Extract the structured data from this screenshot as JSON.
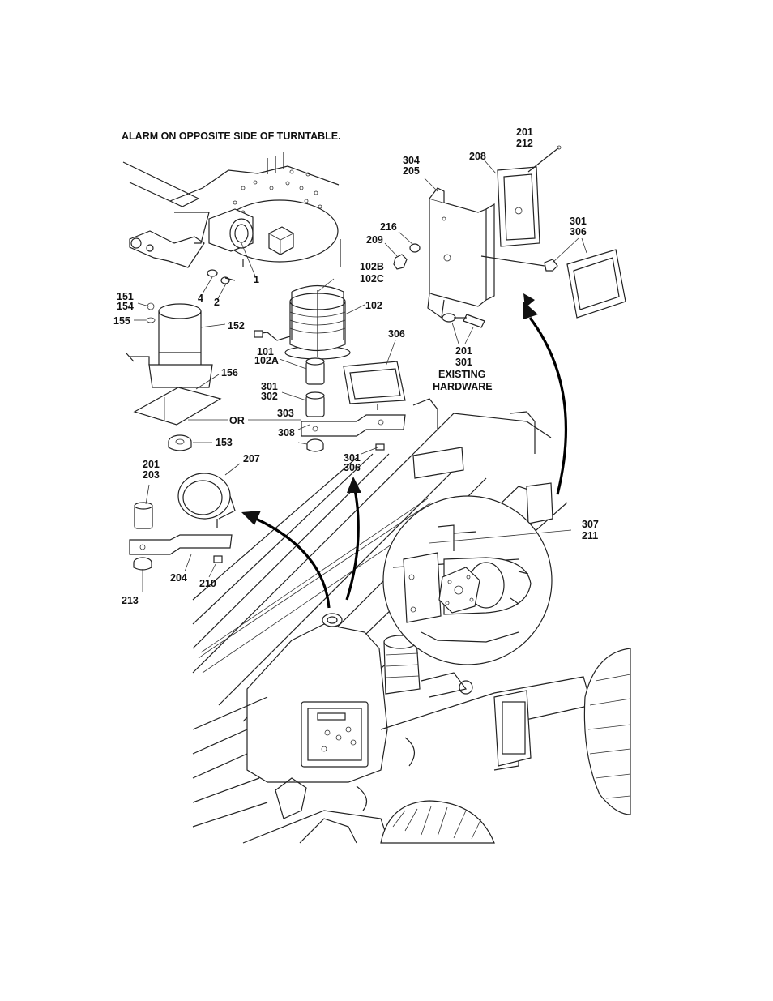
{
  "header_note": "ALARM ON OPPOSITE SIDE OF TURNTABLE.",
  "or_label": "OR",
  "callouts": {
    "c1": "1",
    "c2": "2",
    "c4": "4",
    "c151": "151",
    "c154": "154",
    "c155": "155",
    "c152": "152",
    "c156": "156",
    "c153": "153",
    "c102b": "102B",
    "c102c": "102C",
    "c102": "102",
    "c101": "101",
    "c102a": "102A",
    "c301a": "301",
    "c302": "302",
    "c303": "303",
    "c308": "308",
    "c306a": "306",
    "c301b": "301",
    "c306b": "306",
    "c304": "304",
    "c205": "205",
    "c208": "208",
    "c201a": "201",
    "c212": "212",
    "c216": "216",
    "c209": "209",
    "c301c": "301",
    "c306c": "306",
    "c201b": "201",
    "c301d": "301",
    "existing_1": "EXISTING",
    "existing_2": "HARDWARE",
    "c201c": "201",
    "c203": "203",
    "c207": "207",
    "c204": "204",
    "c210": "210",
    "c213": "213",
    "c307": "307",
    "c211": "211"
  }
}
